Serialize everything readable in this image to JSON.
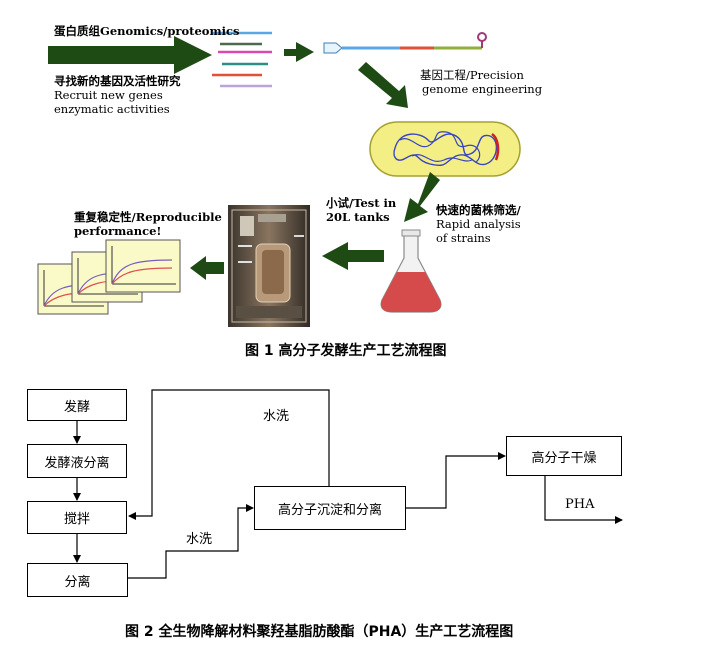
{
  "figure1": {
    "omics_label": "蛋白质组Genomics/proteomics",
    "discover_cn": "寻找新的基因及活性研究",
    "discover_en1": "Recruit new genes",
    "discover_en2": "enzymatic activities",
    "genome_eng1": "基因工程/Precision",
    "genome_eng2": "genome engineering",
    "screen1": "快速的菌株筛选/",
    "screen2": "Rapid analysis",
    "screen3": "of strains",
    "tanks1": "小试/Test in",
    "tanks2": "20L tanks",
    "reproducible1": "重复稳定性/Reproducible",
    "reproducible2": "performance!",
    "caption": "图 1 高分子发酵生产工艺流程图",
    "colors": {
      "arrow": "#1e4a14",
      "cell": "#f3ef84",
      "dna": "#3a45c0",
      "flask_liquid": "#d54a4a",
      "graph_bg": "#fafac8"
    }
  },
  "figure2": {
    "boxes": {
      "ferment": "发酵",
      "ferment_sep": "发酵液分离",
      "stir": "搅拌",
      "separate": "分离",
      "precip": "高分子沉淀和分离",
      "dry": "高分子干燥"
    },
    "wash_top": "水洗",
    "wash_bottom": "水洗",
    "product": "PHA",
    "caption": "图 2 全生物降解材料聚羟基脂肪酸酯（PHA）生产工艺流程图"
  }
}
